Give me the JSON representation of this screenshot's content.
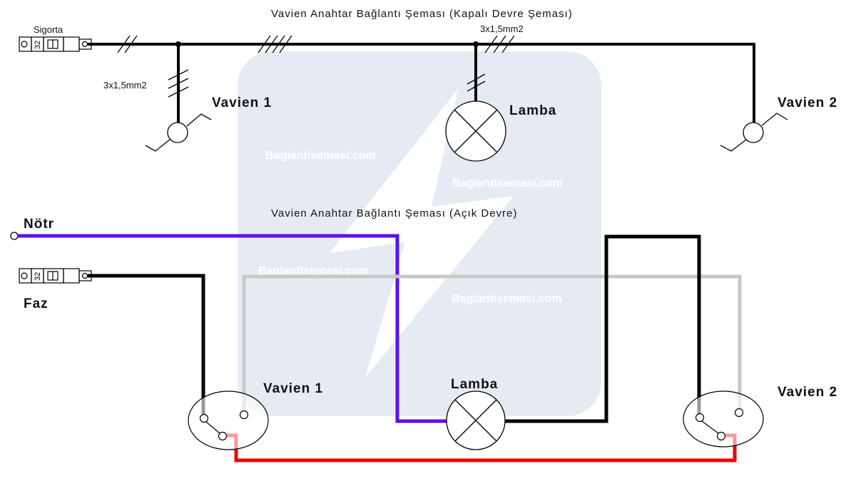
{
  "top_diagram": {
    "title": "Vavien Anahtar Bağlantı Şeması (Kapalı Devre Şeması)",
    "fuse_label": "Sigorta",
    "fuse_rating": "32",
    "cable_label_left": "3x1,5mm2",
    "cable_label_top": "3x1,5mm2",
    "switch1_label": "Vavien 1",
    "lamp_label": "Lamba",
    "switch2_label": "Vavien 2"
  },
  "bottom_diagram": {
    "title": "Vavien Anahtar Bağlantı Şeması (Açık Devre)",
    "neutral_label": "Nötr",
    "phase_label": "Faz",
    "fuse_rating": "32",
    "switch1_label": "Vavien 1",
    "lamp_label": "Lamba",
    "switch2_label": "Vavien 2"
  },
  "watermark": {
    "text_1": "Baglantisemasi.com",
    "text_2": "Baglantisemasi.com",
    "text_3": "Baglantisemasi.com",
    "text_4": "Baglantisemasi.com"
  },
  "colors": {
    "wire_black": "#000000",
    "wire_neutral": "#5b10f0",
    "wire_traveler_grey": "#c8c8c8",
    "wire_traveler_red": "#ee0000",
    "neutral_label_color": "#6a1fd0",
    "watermark_bg": "#e6ebf3"
  }
}
